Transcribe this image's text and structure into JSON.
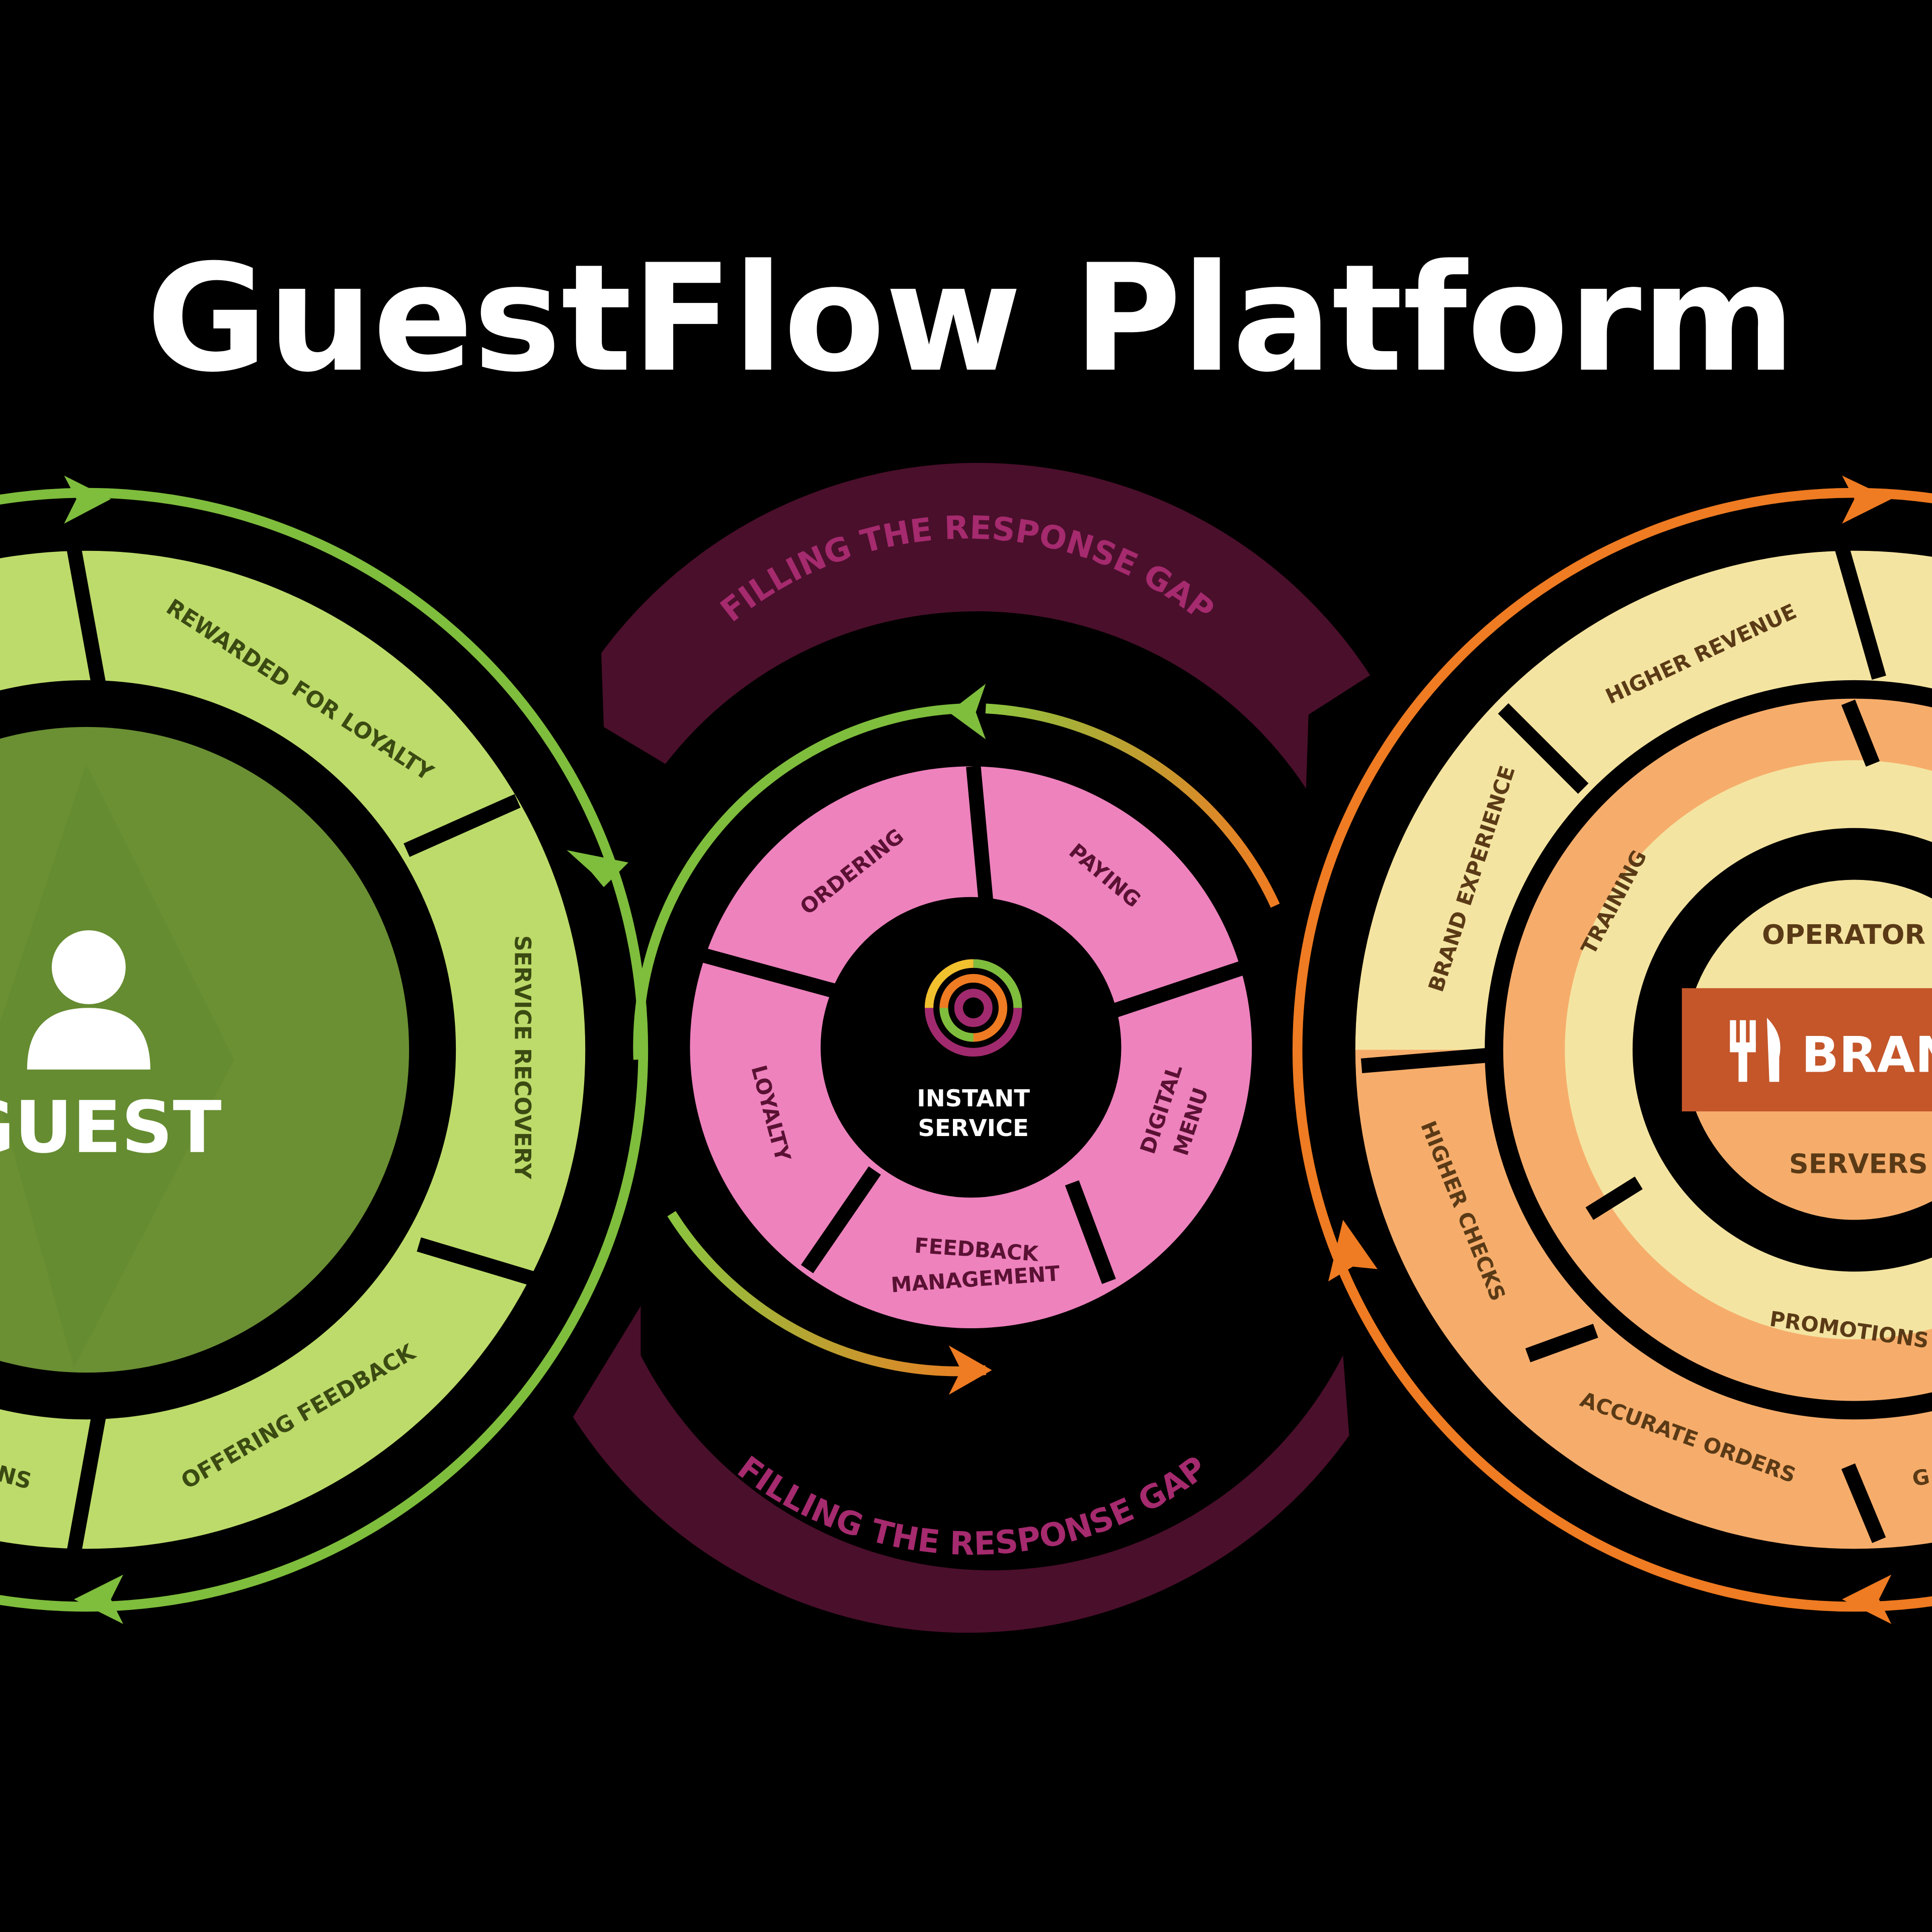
{
  "title": "GuestFlow Platform",
  "colors": {
    "background": "#000000",
    "title": "#ffffff",
    "guest_dark": "#6b8f33",
    "guest_light": "#bddb6a",
    "guest_arrow": "#7fbd3d",
    "guest_text": "#3b4a12",
    "center_pink": "#ee82bd",
    "center_text": "#5a1133",
    "gap_band": "#4a0f2b",
    "gap_text": "#a52a6e",
    "brand_yellow": "#f4e4a1",
    "brand_orange_light": "#f6ad6b",
    "brand_orange_dark": "#c4562a",
    "brand_arrow": "#ef7b22",
    "brand_text": "#5a3a16",
    "white": "#ffffff"
  },
  "guest": {
    "label": "GUEST",
    "icon": "person-icon",
    "segments": [
      "REWARDED FOR LOYALTY",
      "SERVICE RECOVERY",
      "OFFERING FEEDBACK",
      "NS"
    ]
  },
  "center": {
    "label_line1": "INSTANT",
    "label_line2": "SERVICE",
    "icon": "instant-service-logo-icon",
    "segments": [
      {
        "line1": "ORDERING",
        "line2": ""
      },
      {
        "line1": "PAYING",
        "line2": ""
      },
      {
        "line1": "DIGITAL",
        "line2": "MENU"
      },
      {
        "line1": "FEEDBACK",
        "line2": "MANAGEMENT"
      },
      {
        "line1": "LOYALTY",
        "line2": ""
      }
    ],
    "gap_top": "FILLING THE RESPONSE GAP",
    "gap_bottom": "FILLING THE RESPONSE GAP"
  },
  "brand": {
    "label": "BRAN",
    "icon": "fork-knife-icon",
    "operators": "OPERATOR",
    "servers": "SERVERS",
    "outer_segments": [
      "HIGHER REVENUE",
      "BRAND EXPERIENCE",
      "HIGHER CHECKS",
      "ACCURATE ORDERS",
      "G"
    ],
    "inner_segments": [
      "TRAINING",
      "PROMOTIONS"
    ]
  }
}
